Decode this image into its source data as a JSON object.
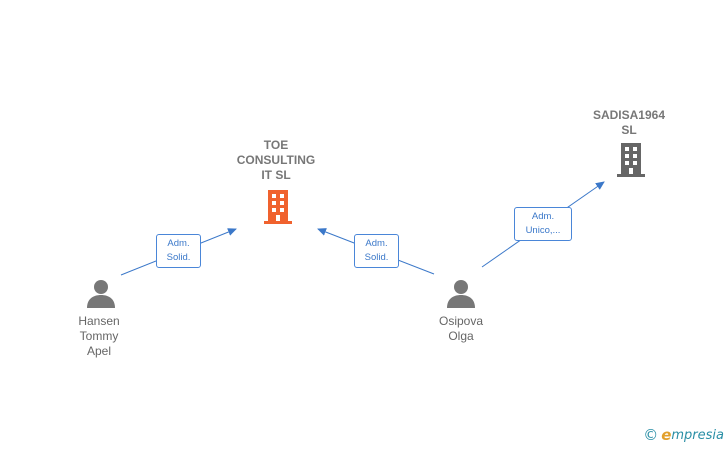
{
  "nodes": {
    "toe": {
      "label": "TOE\nCONSULTING\nIT  SL",
      "type": "company",
      "color": "#f0622e"
    },
    "sadisa": {
      "label": "SADISA1964\nSL",
      "type": "company",
      "color": "#666666"
    },
    "hansen": {
      "label": "Hansen\nTommy\nApel",
      "type": "person",
      "color": "#777777"
    },
    "osipova": {
      "label": "Osipova\nOlga",
      "type": "person",
      "color": "#777777"
    }
  },
  "edges": {
    "hansen_toe": {
      "label": "Adm.\nSolid."
    },
    "osipova_toe": {
      "label": "Adm.\nSolid."
    },
    "osipova_sadisa": {
      "label": "Adm.\nUnico,..."
    }
  },
  "colors": {
    "edge": "#3b78c9"
  },
  "footer": {
    "copyright": "©",
    "brand_initial": "e",
    "brand_rest": "mpresia"
  }
}
